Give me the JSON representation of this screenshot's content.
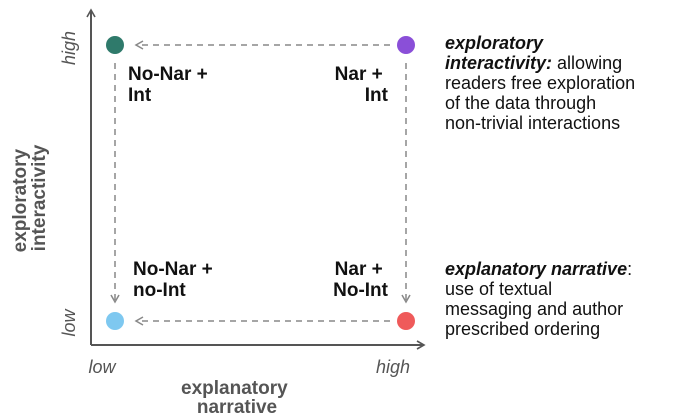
{
  "axes": {
    "x_title": [
      "explanatory",
      "narrative"
    ],
    "y_title": [
      "exploratory",
      "interactivity"
    ],
    "x_low": "low",
    "x_high": "high",
    "y_low": "low",
    "y_high": "high"
  },
  "quadrants": {
    "top_left": {
      "lines": [
        "No-Nar +",
        "Int"
      ],
      "color": "#2f7a6b"
    },
    "top_right": {
      "lines": [
        "Nar +",
        "Int"
      ],
      "color": "#8a4fd8"
    },
    "bottom_left": {
      "lines": [
        "No-Nar +",
        "no-Int"
      ],
      "color": "#7ec8f0"
    },
    "bottom_right": {
      "lines": [
        "Nar +",
        "No-Int"
      ],
      "color": "#ef5a5a"
    }
  },
  "descriptions": {
    "interactivity": {
      "term_lines": [
        "exploratory",
        "interactivity:"
      ],
      "rest_of_line2": " allowing",
      "lines": [
        "readers free exploration",
        "of the data through",
        "non-trivial interactions"
      ]
    },
    "narrative": {
      "term": "explanatory narrative",
      "after_term": ":",
      "lines": [
        "use of textual",
        "messaging and author",
        "prescribed ordering"
      ]
    }
  },
  "colors": {
    "axis": "#555555",
    "arrow": "#888888"
  }
}
